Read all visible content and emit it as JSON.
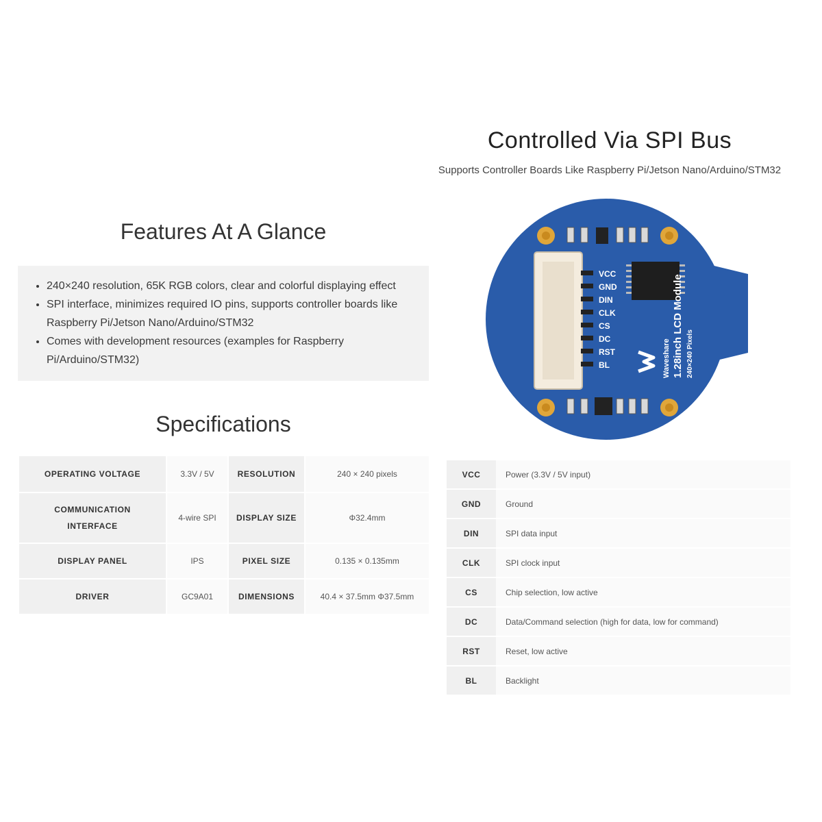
{
  "spi": {
    "title": "Controlled Via SPI Bus",
    "subtitle": "Supports Controller Boards Like Raspberry Pi/Jetson Nano/Arduino/STM32"
  },
  "features": {
    "title": "Features At A Glance",
    "items": [
      "240×240 resolution, 65K RGB colors, clear and colorful displaying effect",
      "SPI interface, minimizes required IO pins, supports controller boards like Raspberry Pi/Jetson Nano/Arduino/STM32",
      "Comes with development resources (examples for Raspberry Pi/Arduino/STM32)"
    ]
  },
  "specs": {
    "title": "Specifications",
    "rows": [
      {
        "k1": "OPERATING VOLTAGE",
        "v1": "3.3V / 5V",
        "k2": "RESOLUTION",
        "v2": "240 × 240 pixels"
      },
      {
        "k1": "COMMUNICATION INTERFACE",
        "v1": "4-wire SPI",
        "k2": "DISPLAY SIZE",
        "v2": "Φ32.4mm"
      },
      {
        "k1": "DISPLAY PANEL",
        "v1": "IPS",
        "k2": "PIXEL SIZE",
        "v2": "0.135 × 0.135mm"
      },
      {
        "k1": "DRIVER",
        "v1": "GC9A01",
        "k2": "DIMENSIONS",
        "v2": "40.4 × 37.5mm Φ37.5mm"
      }
    ]
  },
  "pins": [
    {
      "name": "VCC",
      "desc": "Power (3.3V / 5V input)"
    },
    {
      "name": "GND",
      "desc": "Ground"
    },
    {
      "name": "DIN",
      "desc": "SPI data input"
    },
    {
      "name": "CLK",
      "desc": "SPI clock input"
    },
    {
      "name": "CS",
      "desc": "Chip selection, low active"
    },
    {
      "name": "DC",
      "desc": "Data/Command selection (high for data, low for command)"
    },
    {
      "name": "RST",
      "desc": "Reset, low active"
    },
    {
      "name": "BL",
      "desc": "Backlight"
    }
  ],
  "board": {
    "silk_pins": [
      "VCC",
      "GND",
      "DIN",
      "CLK",
      "CS",
      "DC",
      "RST",
      "BL"
    ],
    "brand": "Waveshare",
    "model": "1.28inch LCD Module",
    "pixels": "240×240 Pixels",
    "pcb_color": "#2a5caa"
  }
}
